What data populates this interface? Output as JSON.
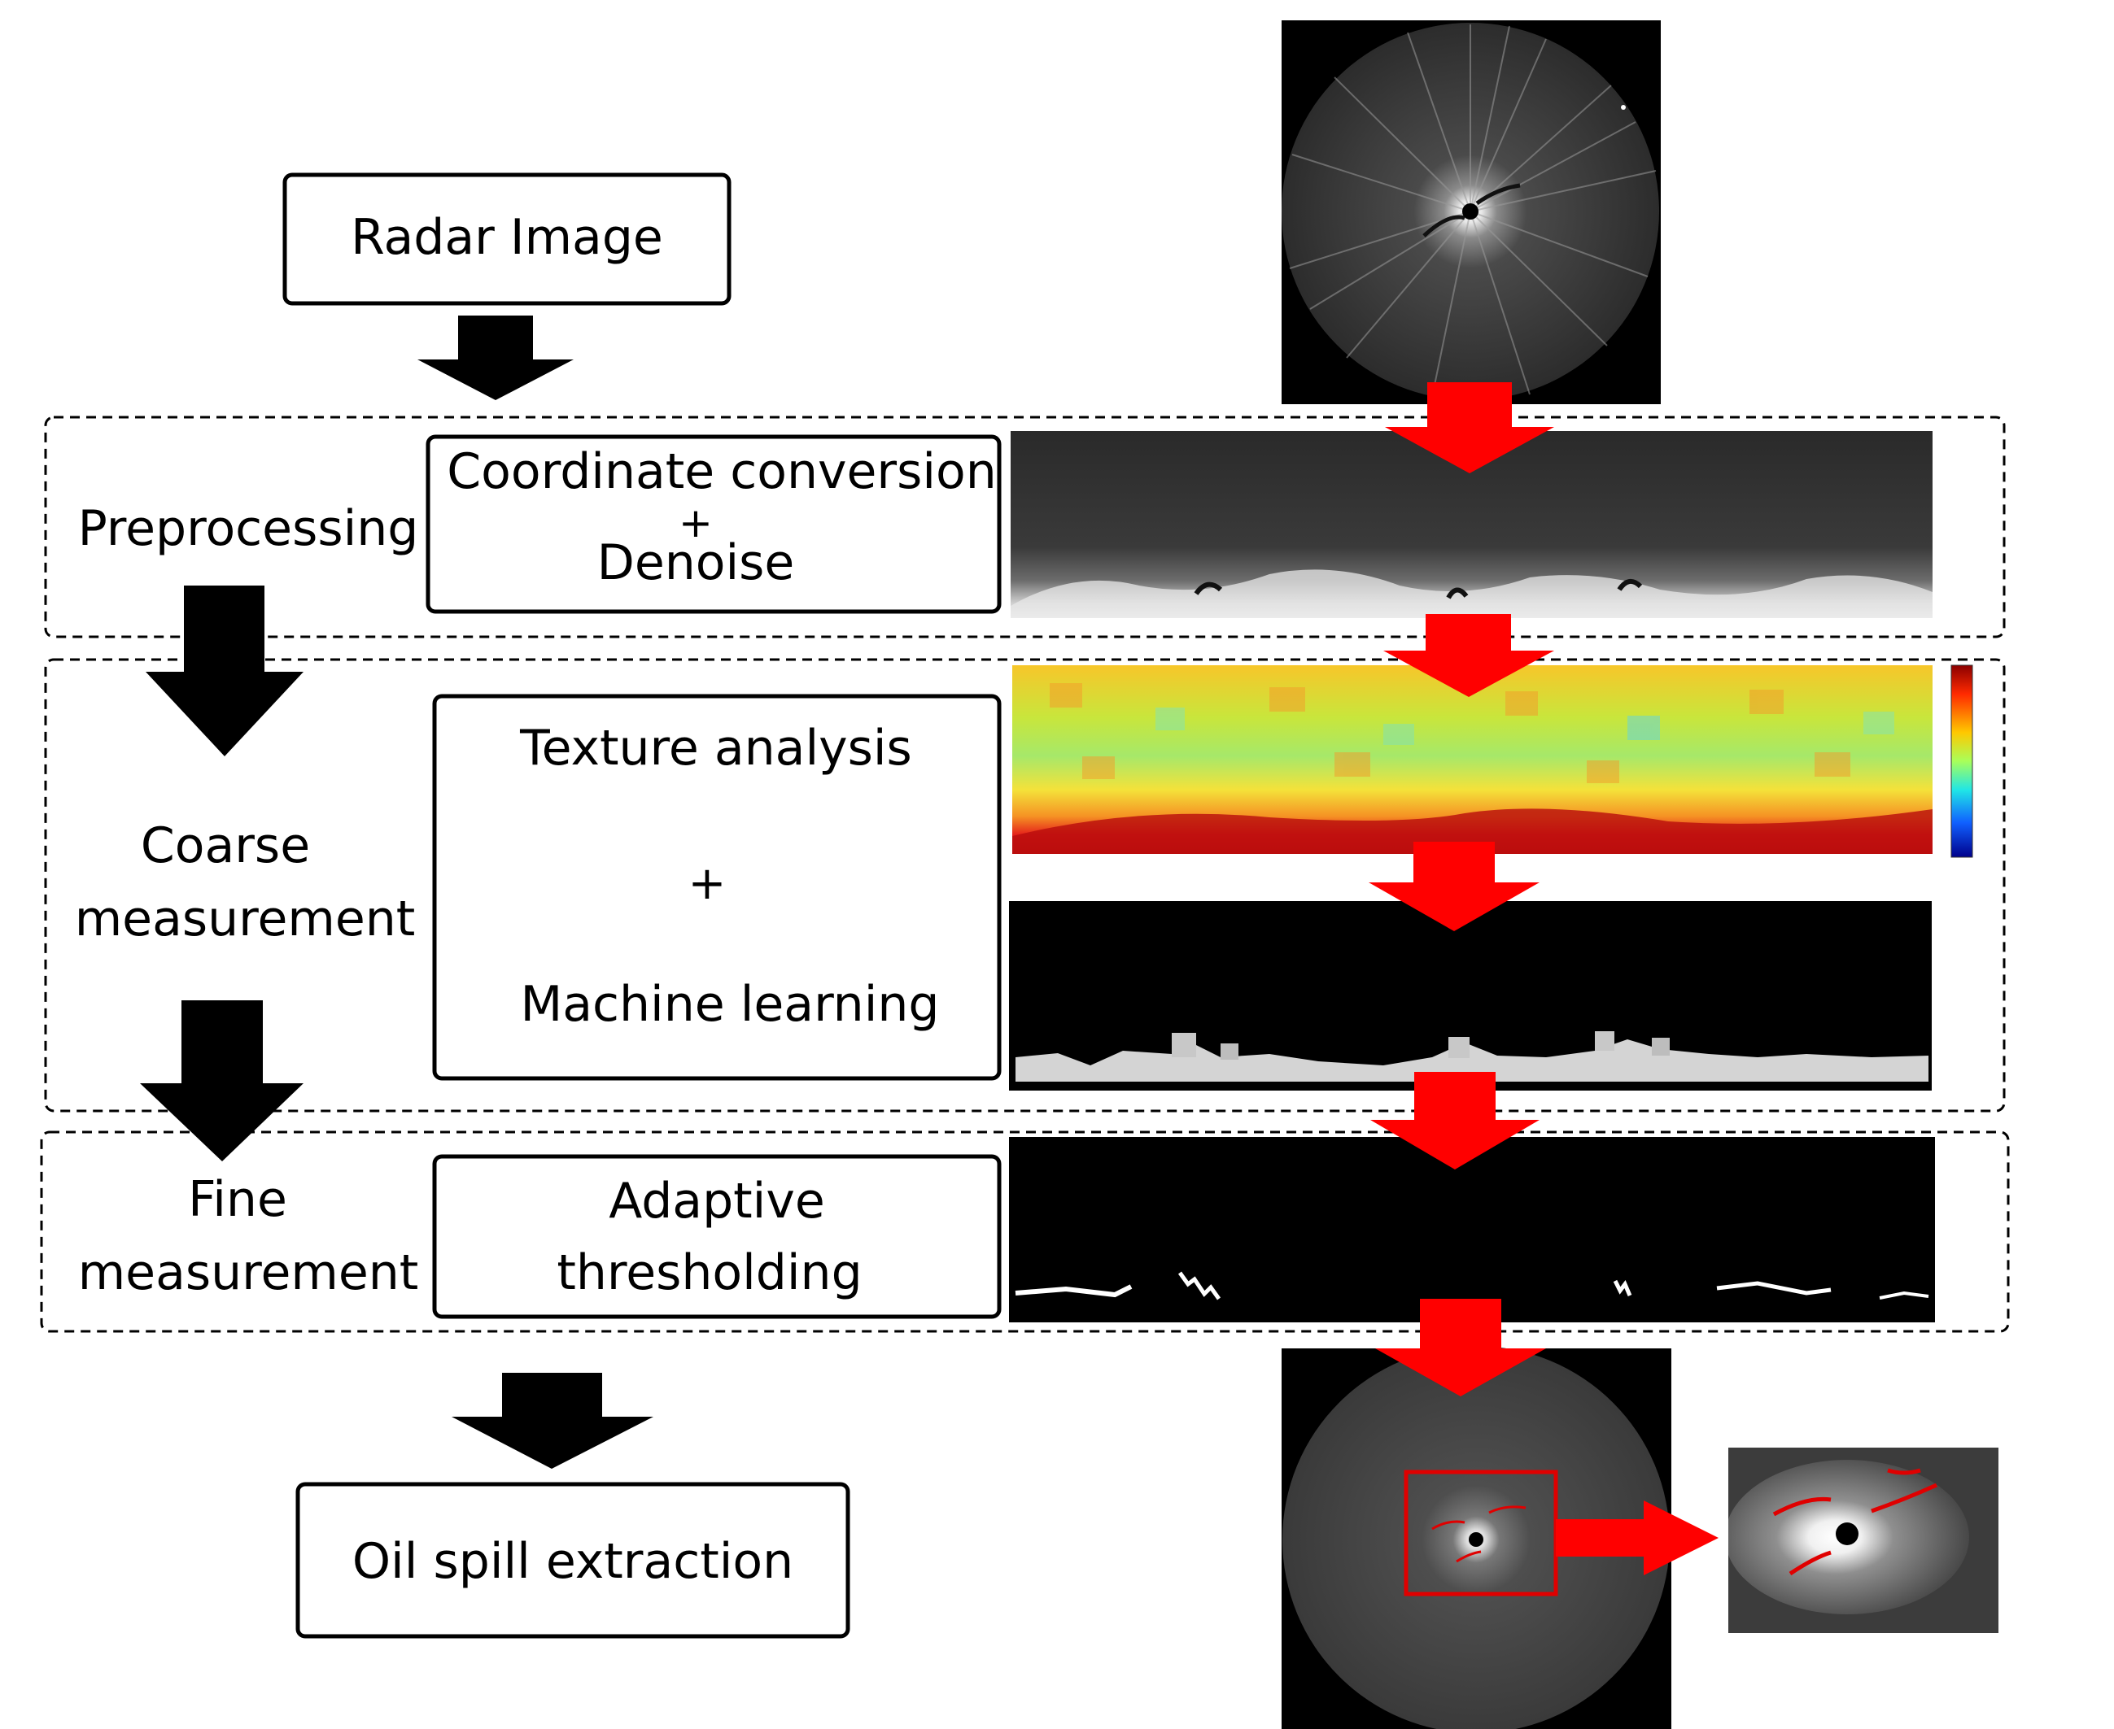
{
  "steps": {
    "radar_image": "Radar Image",
    "coordinate_conversion": "Coordinate conversion",
    "plus_1": "+",
    "denoise": "Denoise",
    "texture_analysis": "Texture analysis",
    "plus_2": "+",
    "machine_learning": "Machine learning",
    "adaptive": "Adaptive",
    "thresholding": "thresholding",
    "oil_spill_extraction": "Oil spill extraction"
  },
  "stages": {
    "preprocessing": "Preprocessing",
    "coarse_line1": "Coarse",
    "coarse_line2": "measurement",
    "fine_line1": "Fine",
    "fine_line2": "measurement"
  },
  "colors": {
    "flow_arrow": "#000000",
    "image_arrow": "#ff0000",
    "highlight_box": "#e00000",
    "dashed_frame": "#000000"
  },
  "images": {
    "radar_polar": "polar-radar-image",
    "cartesian": "cartesian-denoised-image",
    "texture_map": "texture-heatmap-image",
    "ml_result": "machine-learning-segmentation-image",
    "threshold_result": "adaptive-threshold-image",
    "final_result": "oil-spill-overlay-image",
    "zoom": "zoomed-oil-spill-image"
  }
}
